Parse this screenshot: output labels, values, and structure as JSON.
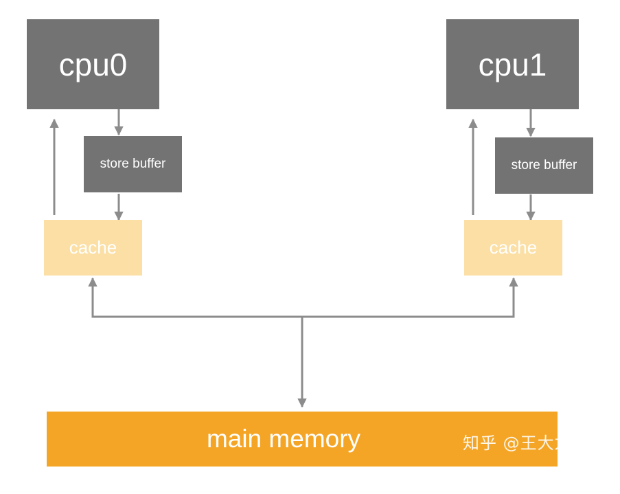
{
  "cpus": [
    {
      "name": "cpu0",
      "store_buffer": "store buffer",
      "cache": "cache"
    },
    {
      "name": "cpu1",
      "store_buffer": "store buffer",
      "cache": "cache"
    }
  ],
  "main_memory": {
    "label": "main memory"
  },
  "watermark": "知乎 @王大龙",
  "colors": {
    "cpu": "#737373",
    "store_buffer": "#737373",
    "cache": "#fbdfa5",
    "main_memory": "#f4a525",
    "connector": "#8c8c8c"
  }
}
